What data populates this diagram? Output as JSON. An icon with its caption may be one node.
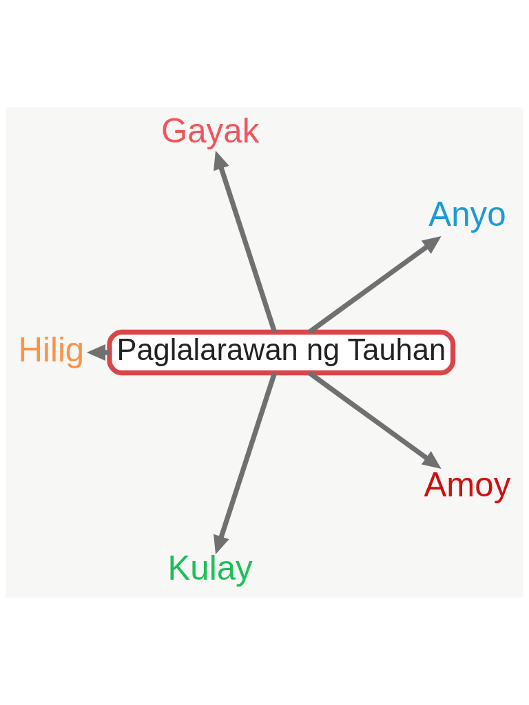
{
  "diagram": {
    "nodes": [
      {
        "text": [
          "Paglalarawan ng Tauhan"
        ]
      },
      {
        "text": [
          "Anyo"
        ]
      },
      {
        "text": [
          "Gayak"
        ]
      },
      {
        "text": [
          "Hilig"
        ]
      },
      {
        "text": [
          "Kulay"
        ]
      },
      {
        "text": [
          "Amoy"
        ]
      }
    ],
    "edges": [
      {
        "from": 0,
        "to": 1,
        "arrow": "to"
      },
      {
        "from": 0,
        "to": 2,
        "arrow": "to"
      },
      {
        "from": 0,
        "to": 3,
        "arrow": "to"
      },
      {
        "from": 0,
        "to": 4,
        "arrow": "to"
      },
      {
        "from": 0,
        "to": 5,
        "arrow": "to"
      }
    ]
  }
}
